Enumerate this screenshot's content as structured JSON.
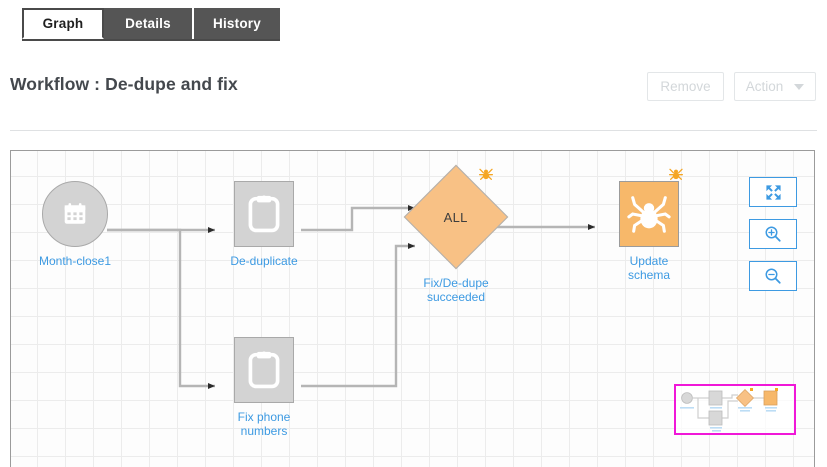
{
  "tabs": [
    {
      "label": "Graph",
      "active": true,
      "name": "tab-graph"
    },
    {
      "label": "Details",
      "active": false,
      "name": "tab-details"
    },
    {
      "label": "History",
      "active": false,
      "name": "tab-history"
    }
  ],
  "header": {
    "title": "Workflow : De-dupe and fix",
    "remove_label": "Remove",
    "action_label": "Action",
    "remove_disabled": true,
    "action_disabled": true
  },
  "canvas": {
    "controls": [
      {
        "name": "fit-to-screen-button",
        "icon": "expand-icon"
      },
      {
        "name": "zoom-in-button",
        "icon": "magnifier-plus-icon"
      },
      {
        "name": "zoom-out-button",
        "icon": "magnifier-minus-icon"
      }
    ],
    "minimap": {
      "name": "minimap",
      "border_color": "#f018d8"
    }
  },
  "graph": {
    "nodes": [
      {
        "id": "month-close1",
        "label": "Month-close1",
        "shape": "circle",
        "icon": "calendar-icon",
        "color": "#d3d3d3",
        "badge": null
      },
      {
        "id": "de-duplicate",
        "label": "De-duplicate",
        "shape": "square",
        "icon": "clipboard-icon",
        "color": "#d3d3d3",
        "badge": null
      },
      {
        "id": "fix-phone",
        "label": "Fix phone\nnumbers",
        "shape": "square",
        "icon": "clipboard-icon",
        "color": "#d3d3d3",
        "badge": null
      },
      {
        "id": "fix-dedupe",
        "label": "Fix/De-dupe\nsucceeded",
        "shape": "diamond",
        "icon": null,
        "color": "#f8c185",
        "badge": "spider-icon",
        "text": "ALL"
      },
      {
        "id": "update-schema",
        "label": "Update\nschema",
        "shape": "square",
        "icon": "spider-icon",
        "color": "#f7b86a",
        "badge": "spider-icon"
      }
    ],
    "edges": [
      {
        "from": "month-close1",
        "to": "de-duplicate"
      },
      {
        "from": "month-close1",
        "to": "fix-phone"
      },
      {
        "from": "de-duplicate",
        "to": "fix-dedupe"
      },
      {
        "from": "fix-phone",
        "to": "fix-dedupe"
      },
      {
        "from": "fix-dedupe",
        "to": "update-schema"
      }
    ],
    "label_color": "#3d9ae2",
    "edge_color": "#b5b5b5"
  }
}
